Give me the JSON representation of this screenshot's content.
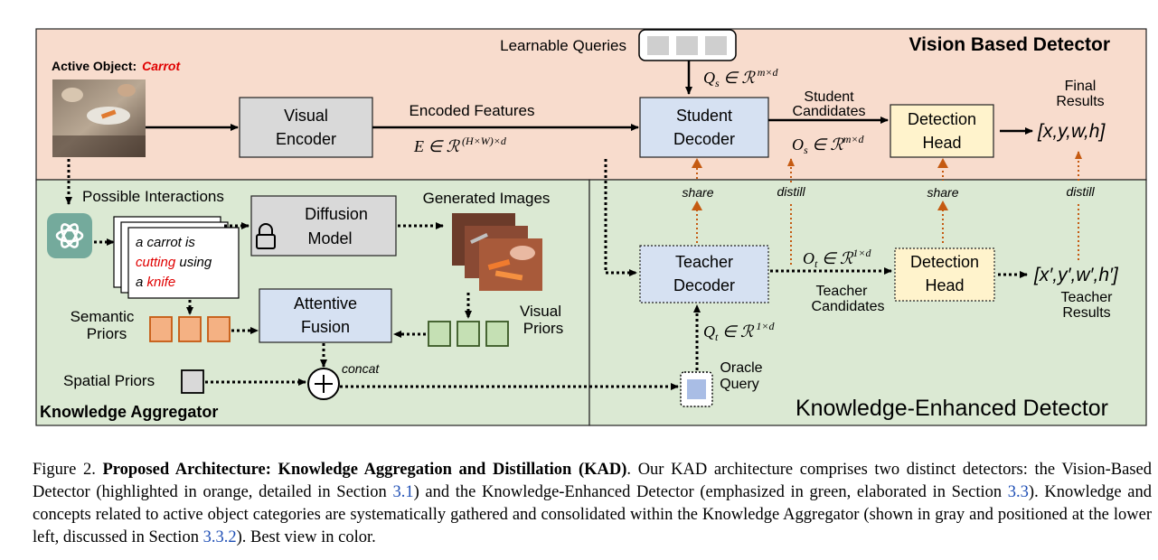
{
  "vision_detector": {
    "title": "Vision Based Detector",
    "active_object_label": "Active Object:",
    "active_object_value": "Carrot",
    "learnable_queries": "Learnable Queries",
    "qs": "Q_s ∈ ℛ^{m×d}",
    "visual_encoder": [
      "Visual",
      "Encoder"
    ],
    "encoded_features": "Encoded Features",
    "e_formula": "E ∈ ℛ^{(H×W)×d}",
    "student_decoder": [
      "Student",
      "Decoder"
    ],
    "student_candidates": [
      "Student",
      "Candidates"
    ],
    "os": "O_s ∈ ℛ^{m×d}",
    "detection_head": [
      "Detection",
      "Head"
    ],
    "final_results": [
      "Final",
      "Results"
    ],
    "output": "[x,y,w,h]"
  },
  "links": {
    "share": "share",
    "distill": "distill"
  },
  "knowledge_aggregator": {
    "title": "Knowledge Aggregator",
    "possible_interactions": "Possible Interactions",
    "card_text_parts": [
      "a carrot is",
      "cutting",
      " using",
      "a ",
      "knife"
    ],
    "diffusion_model": [
      "Diffusion",
      "Model"
    ],
    "generated_images": "Generated Images",
    "semantic_priors": [
      "Semantic",
      "Priors"
    ],
    "attentive_fusion": [
      "Attentive",
      "Fusion"
    ],
    "visual_priors": [
      "Visual",
      "Priors"
    ],
    "spatial_priors": "Spatial Priors",
    "concat": "concat"
  },
  "knowledge_detector": {
    "title": "Knowledge-Enhanced Detector",
    "teacher_decoder": [
      "Teacher",
      "Decoder"
    ],
    "ot": "O_t ∈ ℛ^{1×d}",
    "teacher_candidates": [
      "Teacher",
      "Candidates"
    ],
    "detection_head": [
      "Detection",
      "Head"
    ],
    "output": "[x′,y′,w′,h′]",
    "teacher_results": [
      "Teacher",
      "Results"
    ],
    "qt": "Q_t ∈ ℛ^{1×d}",
    "oracle_query": [
      "Oracle",
      "Query"
    ]
  },
  "caption": {
    "prefix": "Figure 2. ",
    "bold": "Proposed Architecture: Knowledge Aggregation and Distillation (KAD)",
    "t1": ". Our KAD architecture comprises two distinct detectors: the Vision-Based Detector (highlighted in orange, detailed in Section ",
    "r1": "3.1",
    "t2": ") and the Knowledge-Enhanced Detector (emphasized in green, elaborated in Section ",
    "r2": "3.3",
    "t3": "). Knowledge and concepts related to active object categories are systematically gathered and consolidated within the Knowledge Aggregator (shown in gray and positioned at the lower left, discussed in Section ",
    "r3": "3.3.2",
    "t4": "). Best view in color."
  },
  "colors": {
    "orange_bg": "#f8dccd",
    "green_bg": "#dbe9d3",
    "gray_box": "#d9d9d9",
    "blue_box": "#d6e1f2",
    "yellow_box": "#fff3cc",
    "prior_orange": "#f4b183",
    "prior_green": "#c5e0b4",
    "arrow_orange": "#c55a11",
    "red_text": "#e00000",
    "ref_blue": "#1f4fb5"
  }
}
